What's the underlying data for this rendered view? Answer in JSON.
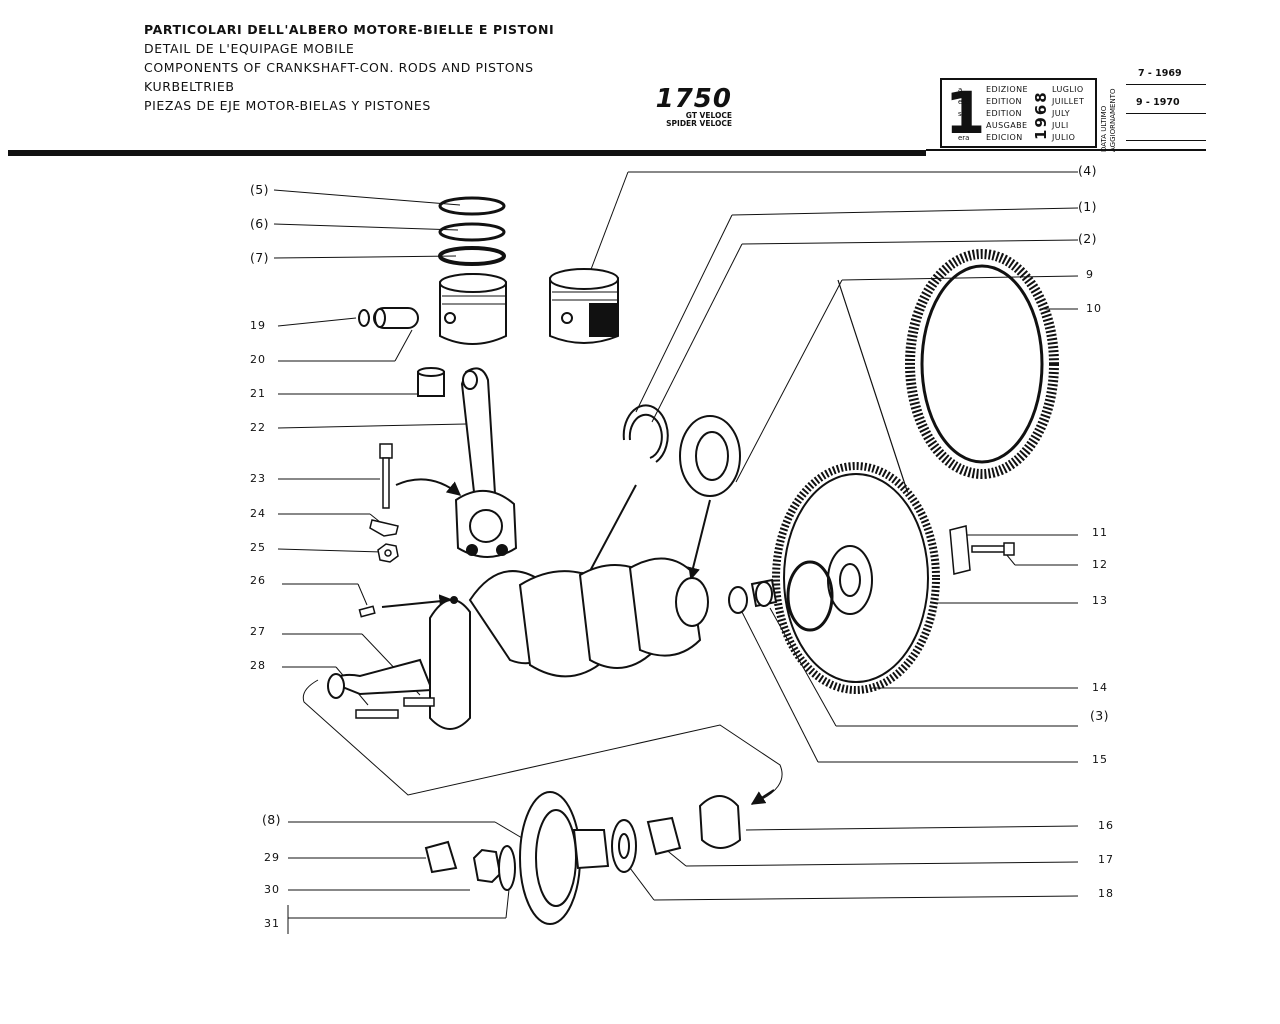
{
  "header": {
    "titles": [
      "PARTICOLARI DELL'ALBERO MOTORE-BIELLE E PISTONI",
      "DETAIL DE L'EQUIPAGE MOBILE",
      "COMPONENTS OF CRANKSHAFT-CON. RODS AND PISTONS",
      "KURBELTRIEB",
      "PIEZAS DE EJE MOTOR-BIELAS Y PISTONES"
    ],
    "model": "1750",
    "variants": [
      "GT VELOCE",
      "SPIDER VELOCE"
    ]
  },
  "edition_box": {
    "number": "1",
    "suffixes": [
      "a",
      "ere",
      "st",
      ".",
      "era"
    ],
    "labels": [
      "EDIZIONE",
      "EDITION",
      "EDITION",
      "AUSGABE",
      "EDICION"
    ],
    "year": "1968",
    "months": [
      "LUGLIO",
      "JUILLET",
      "JULY",
      "JULI",
      "JULIO"
    ]
  },
  "update_block": {
    "label": "DATA ULTIMO AGGIORNAMENTO",
    "dates": [
      "7 - 1969",
      "9 - 1970"
    ]
  },
  "callouts": {
    "left": [
      "(5)",
      "(6)",
      "(7)",
      "19",
      "20",
      "21",
      "22",
      "23",
      "24",
      "25",
      "26",
      "27",
      "28",
      "(8)",
      "29",
      "30",
      "31"
    ],
    "right": [
      "(4)",
      "(1)",
      "(2)",
      "9",
      "10",
      "11",
      "12",
      "13",
      "14",
      "(3)",
      "15",
      "16",
      "17",
      "18"
    ]
  }
}
